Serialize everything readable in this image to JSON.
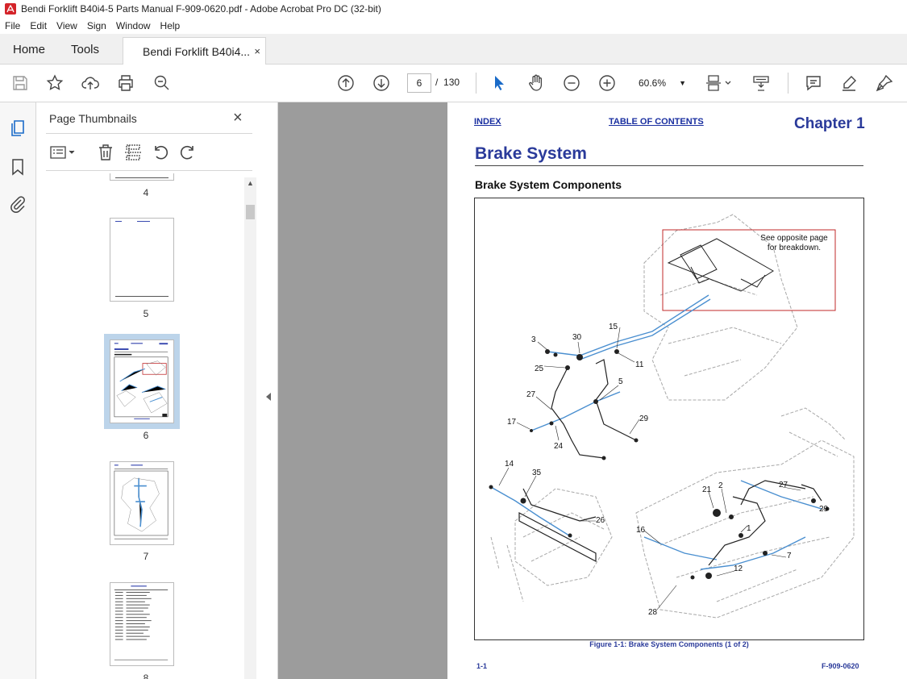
{
  "window": {
    "title": "Bendi Forklift B40i4-5 Parts Manual F-909-0620.pdf - Adobe Acrobat Pro DC (32-bit)"
  },
  "menu": [
    "File",
    "Edit",
    "View",
    "Sign",
    "Window",
    "Help"
  ],
  "tabs": {
    "home": "Home",
    "tools": "Tools",
    "document": "Bendi Forklift B40i4...",
    "close": "×"
  },
  "toolbar": {
    "current_page": "6",
    "page_separator": "/",
    "total_pages": "130",
    "zoom": "60.6%"
  },
  "panel": {
    "title": "Page Thumbnails",
    "close": "×",
    "thumbnails": [
      {
        "label": "4"
      },
      {
        "label": "5"
      },
      {
        "label": "6",
        "selected": true
      },
      {
        "label": "7"
      },
      {
        "label": "8"
      }
    ]
  },
  "page": {
    "link_index": "INDEX",
    "link_toc": "TABLE OF CONTENTS",
    "chapter": "Chapter 1",
    "section_title": "Brake System",
    "subsection_title": "Brake System Components",
    "note_line1": "See opposite page",
    "note_line2": "for breakdown.",
    "callouts": [
      "3",
      "30",
      "15",
      "25",
      "11",
      "5",
      "27",
      "29",
      "17",
      "24",
      "14",
      "35",
      "26",
      "21",
      "2",
      "27",
      "29",
      "16",
      "1",
      "7",
      "12",
      "28"
    ],
    "figure_caption": "Figure 1-1:  Brake System Components (1 of 2)",
    "footer_left": "1-1",
    "footer_right": "F-909-0620"
  },
  "colors": {
    "accent_blue": "#2a3a9a",
    "selection": "#bcd4ea",
    "highlight_red": "#c0282a",
    "acrobat_red": "#d4242a",
    "line_blue": "#4a8fd0"
  }
}
